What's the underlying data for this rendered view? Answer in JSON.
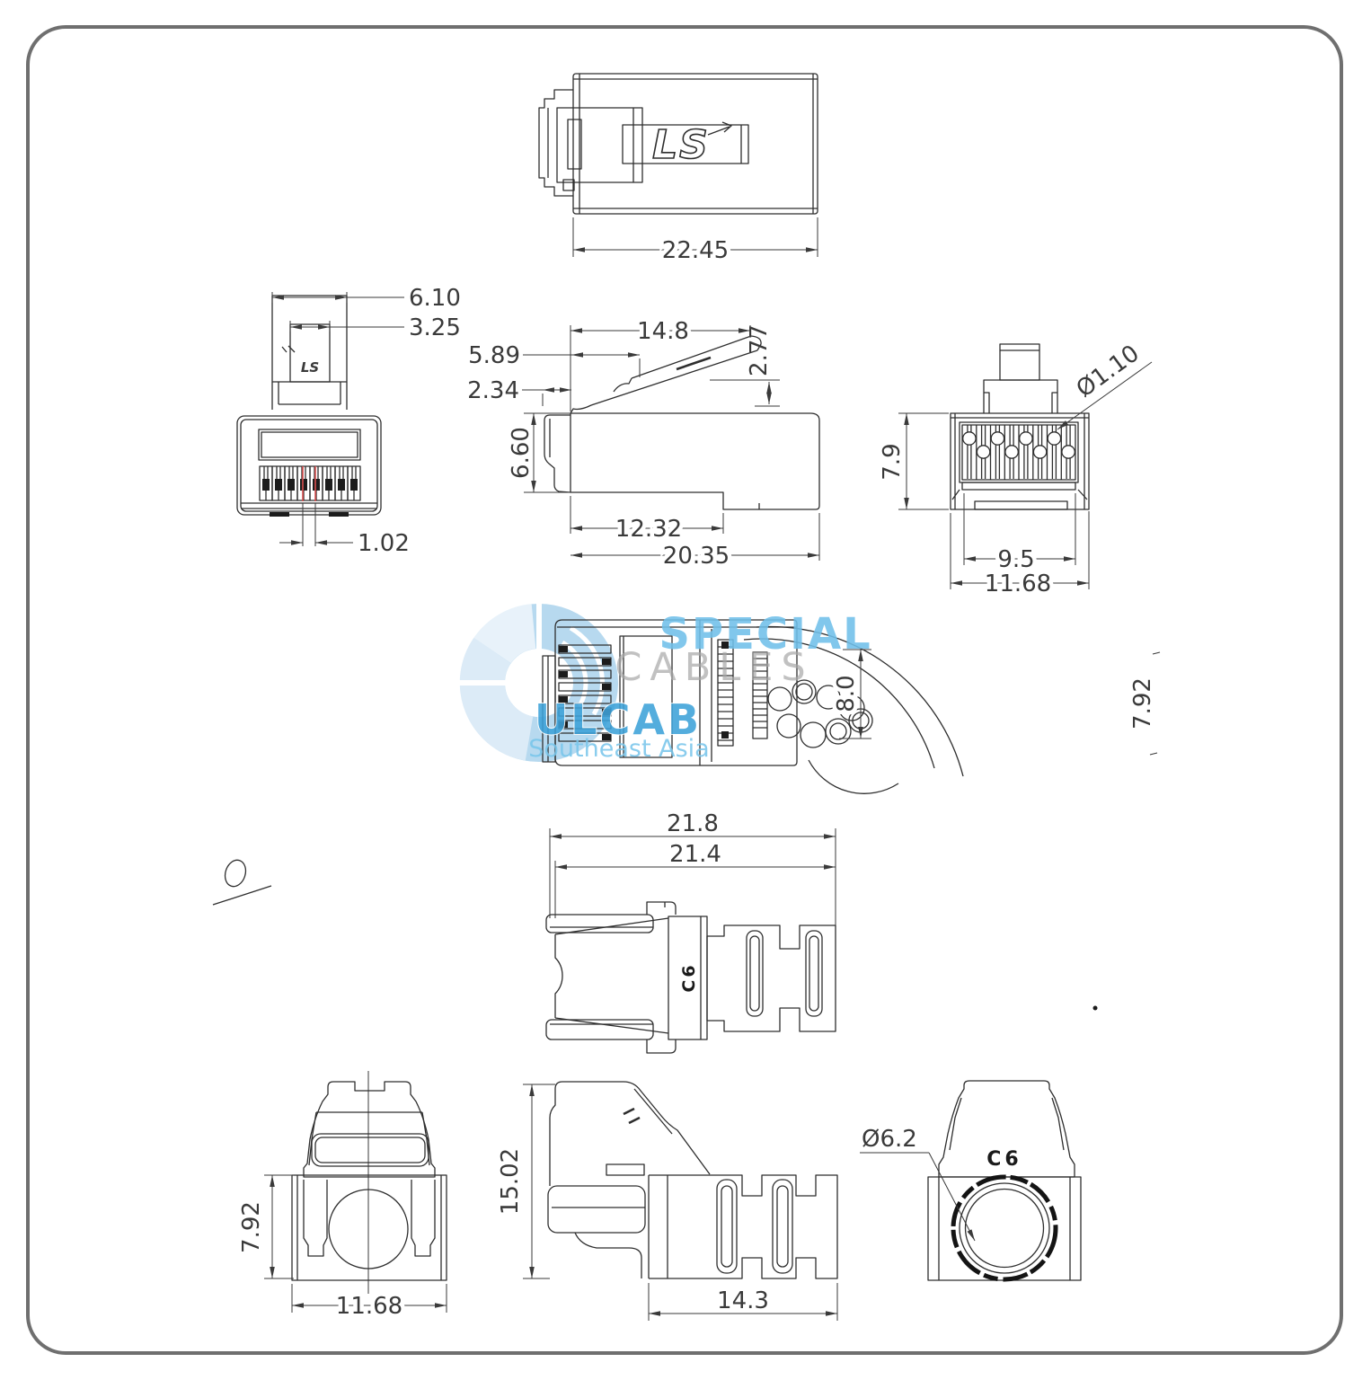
{
  "brand": {
    "logo": "LS"
  },
  "watermark": {
    "special": "SPECIAL",
    "cables": "CABLES",
    "ulcab": "ULCAB",
    "region": "Southeast Asia"
  },
  "markings": {
    "c6_boot_top": "C6",
    "c6_boot_rear": "C6"
  },
  "dims": {
    "top_width": "22.45",
    "front_latch_outer": "6.10",
    "front_latch_inner": "3.25",
    "front_pitch": "1.02",
    "side_latch_len": "14.8",
    "side_lever": "5.89",
    "side_offset": "2.34",
    "side_latch_h": "2.77",
    "side_body_h": "6.60",
    "side_step_len": "12.32",
    "side_total_len": "20.35",
    "rear_height": "7.9",
    "rear_hole_dia": "Ø1.10",
    "rear_inner_w": "9.5",
    "rear_outer_w": "11.68",
    "bottom_cable_h": "8.0",
    "stray_right": "7.92",
    "boot_top_outer": "21.8",
    "boot_top_inner": "21.4",
    "boot_front_h": "7.92",
    "boot_front_w": "11.68",
    "boot_side_h": "15.02",
    "boot_side_len": "14.3",
    "boot_rear_hole_dia": "Ø6.2"
  },
  "colors": {
    "line": "#2e2e2e",
    "dim_text": "#3a3a3a",
    "red_centerline": "#d85050",
    "wm_special": "#70c0ea",
    "wm_cables": "#a8a8a8",
    "wm_ulcab": "#3da2d9",
    "wm_region": "#79c6eb",
    "wm_ring": "#b7d9ef",
    "wm_ring_light": "#dcebf7"
  }
}
